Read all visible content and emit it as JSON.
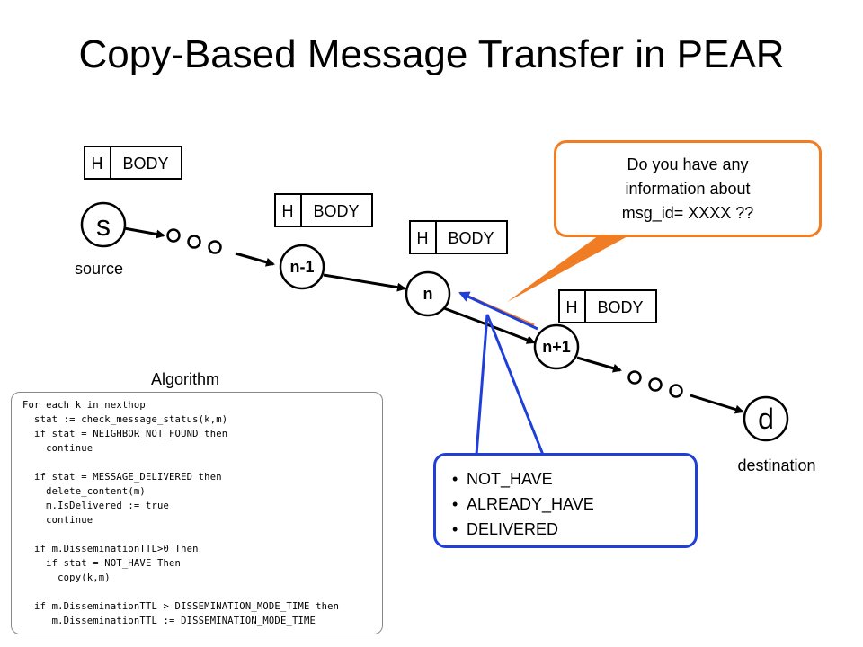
{
  "title": "Copy-Based Message Transfer in PEAR",
  "packet": {
    "header": "H",
    "body": "BODY"
  },
  "nodes": {
    "source": {
      "letter": "s",
      "caption": "source"
    },
    "n_minus_1": {
      "label": "n-1"
    },
    "n": {
      "label": "n"
    },
    "n_plus_1": {
      "label": "n+1"
    },
    "destination": {
      "letter": "d",
      "caption": "destination"
    }
  },
  "algorithm": {
    "caption": "Algorithm",
    "lines": [
      "For each k in nexthop",
      "  stat := check_message_status(k,m)",
      "  if stat = NEIGHBOR_NOT_FOUND then",
      "    continue",
      "",
      "  if stat = MESSAGE_DELIVERED then",
      "    delete_content(m)",
      "    m.IsDelivered := true",
      "    continue",
      "",
      "  if m.DisseminationTTL>0 Then",
      "    if stat = NOT_HAVE Then",
      "      copy(k,m)",
      "",
      "  if m.DisseminationTTL > DISSEMINATION_MODE_TIME then",
      "     m.DisseminationTTL := DISSEMINATION_MODE_TIME"
    ]
  },
  "query_callout": {
    "lines": [
      "Do you have any",
      "information about",
      "msg_id= XXXX ??"
    ]
  },
  "response_callout": {
    "items": [
      "NOT_HAVE",
      "ALREADY_HAVE",
      "DELIVERED"
    ]
  },
  "colors": {
    "query": "#f07c24",
    "response": "#1f3fd8",
    "arrow": "#000000"
  }
}
